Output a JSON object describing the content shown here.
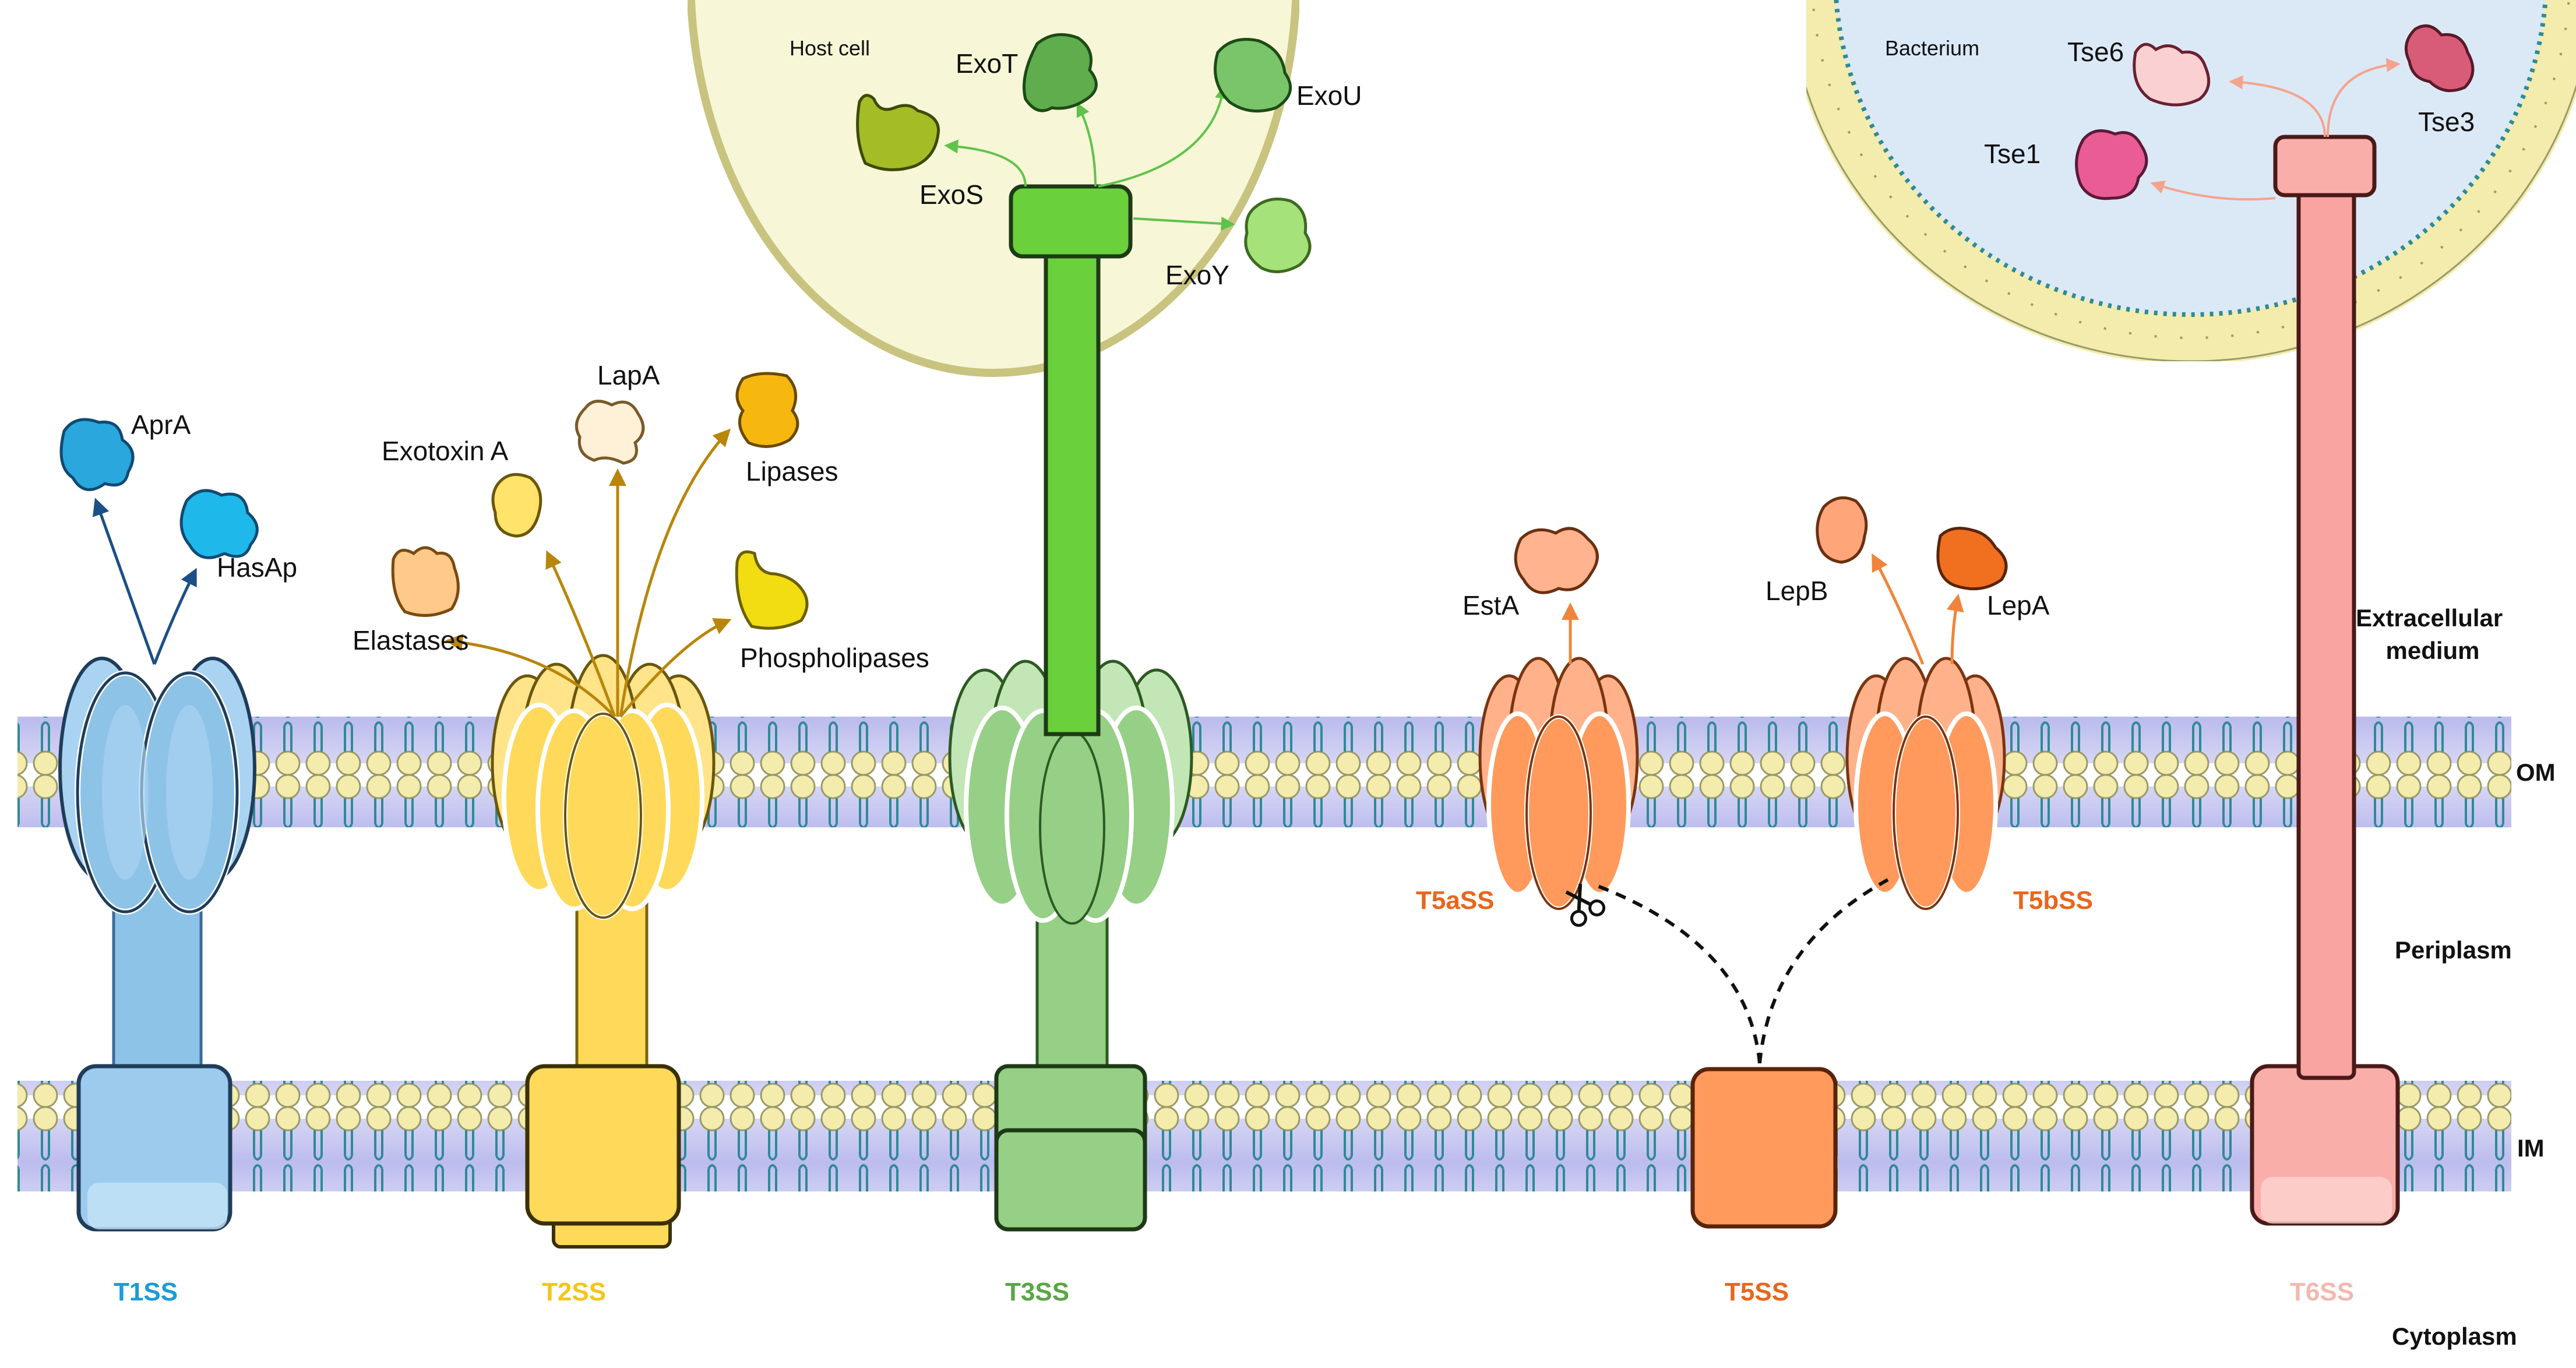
{
  "regions": {
    "extracellular": "Extracellular\nmedium",
    "om": "OM",
    "periplasm": "Periplasm",
    "im": "IM",
    "cytoplasm": "Cytoplasm",
    "host_cell": "Host cell",
    "bacterium": "Bacterium"
  },
  "systems": {
    "t1ss": "T1SS",
    "t2ss": "T2SS",
    "t3ss": "T3SS",
    "t5ss": "T5SS",
    "t5ass": "T5aSS",
    "t5bss": "T5bSS",
    "t6ss": "T6SS"
  },
  "effectors": {
    "apra": "AprA",
    "hasap": "HasAp",
    "exotoxin_a": "Exotoxin A",
    "lapa": "LapA",
    "lipases": "Lipases",
    "elastases": "Elastases",
    "phospholipases": "Phospholipases",
    "exot": "ExoT",
    "exou": "ExoU",
    "exos": "ExoS",
    "exoy": "ExoY",
    "esta": "EstA",
    "lepb": "LepB",
    "lepa": "LepA",
    "tse6": "Tse6",
    "tse3": "Tse3",
    "tse1": "Tse1"
  },
  "colors": {
    "t1ss": "#1a9cd8",
    "t2ss": "#f5c518",
    "t3ss": "#5aa545",
    "t5ss": "#e8661c",
    "t6ss": "#f2b8b0",
    "membrane": "#c8c8f0",
    "lipid_head": "#f3ecac",
    "host_fill": "#f7f6d6",
    "bacterium_fill": "#dbe9f7"
  }
}
